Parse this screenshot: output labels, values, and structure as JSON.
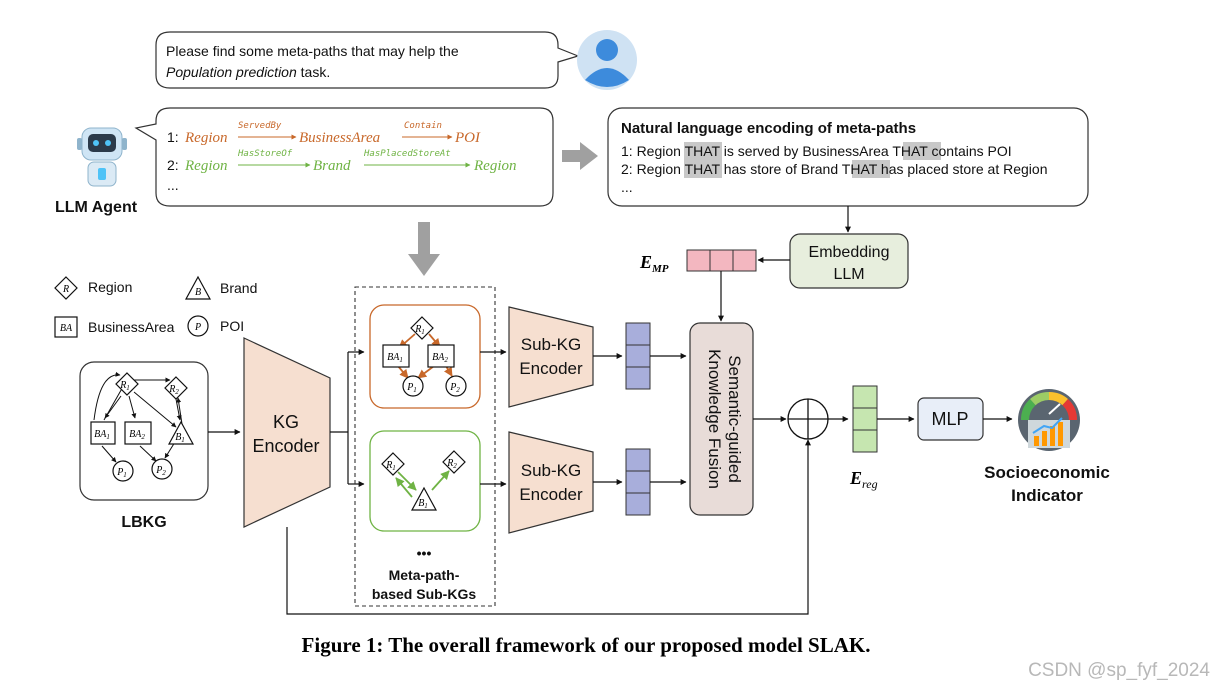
{
  "user_bubble": {
    "line1": "Please find some meta-paths that may help the",
    "line2_italic": "Population prediction",
    "line2_rest": " task."
  },
  "agent_bubble": {
    "mp1_num": "1:",
    "mp1_nodes": [
      "Region",
      "BusinessArea",
      "POI"
    ],
    "mp1_rels": [
      "ServedBy",
      "Contain"
    ],
    "mp2_num": "2:",
    "mp2_nodes": [
      "Region",
      "Brand",
      "Region"
    ],
    "mp2_rels": [
      "HasStoreOf",
      "HasPlacedStoreAt"
    ],
    "ellipsis": "..."
  },
  "agent_label": "LLM Agent",
  "nl_box": {
    "title": "Natural language encoding of meta-paths",
    "line1": [
      "1: Region ",
      "THAT",
      " is served by BusinessArea ",
      "THAT",
      " contains POI"
    ],
    "line2": [
      "2: Region ",
      "THAT",
      " has store of Brand ",
      "THAT",
      " has placed store at Region"
    ],
    "ellipsis": "..."
  },
  "embedding_llm": [
    "Embedding",
    "LLM"
  ],
  "e_mp": {
    "main": "E",
    "sub": "MP"
  },
  "e_reg": {
    "main": "E",
    "sub": "reg"
  },
  "legend": {
    "region": {
      "glyph": "R",
      "label": "Region"
    },
    "brand": {
      "glyph": "B",
      "label": "Brand"
    },
    "business_area": {
      "glyph": "BA",
      "label": "BusinessArea"
    },
    "poi": {
      "glyph": "P",
      "label": "POI"
    }
  },
  "lbkg": {
    "label": "LBKG",
    "nodes": {
      "r1": {
        "main": "R",
        "sub": "1"
      },
      "r2": {
        "main": "R",
        "sub": "2"
      },
      "ba1": {
        "main": "BA",
        "sub": "1"
      },
      "ba2": {
        "main": "BA",
        "sub": "2"
      },
      "b1": {
        "main": "B",
        "sub": "1"
      },
      "p1": {
        "main": "P",
        "sub": "1"
      },
      "p2": {
        "main": "P",
        "sub": "2"
      }
    }
  },
  "kg_encoder": [
    "KG",
    "Encoder"
  ],
  "subkg_encoder": [
    "Sub-KG",
    "Encoder"
  ],
  "subkgs_label": [
    "Meta-path-",
    "based Sub-KGs"
  ],
  "subkgs_ellipsis": "•••",
  "fusion": [
    "Semantic-guided",
    "Knowledge Fusion"
  ],
  "mlp": "MLP",
  "indicator": [
    "Socioeconomic",
    "Indicator"
  ],
  "caption": "Figure 1: The overall framework of our proposed model SLAK.",
  "watermark": "CSDN @sp_fyf_2024",
  "colors": {
    "orange": "#c8682a",
    "green": "#6fb344",
    "encoder_fill": "#f6dfd0",
    "emb_fill": "#f3b7c0",
    "sub_emb_fill": "#a8aedb",
    "reg_fill": "#c6e6b0",
    "fusion_fill": "#e8dcd8",
    "llm_fill": "#e7eedd",
    "mlp_fill": "#e8eef8",
    "highlight": "#c8c8c8"
  }
}
